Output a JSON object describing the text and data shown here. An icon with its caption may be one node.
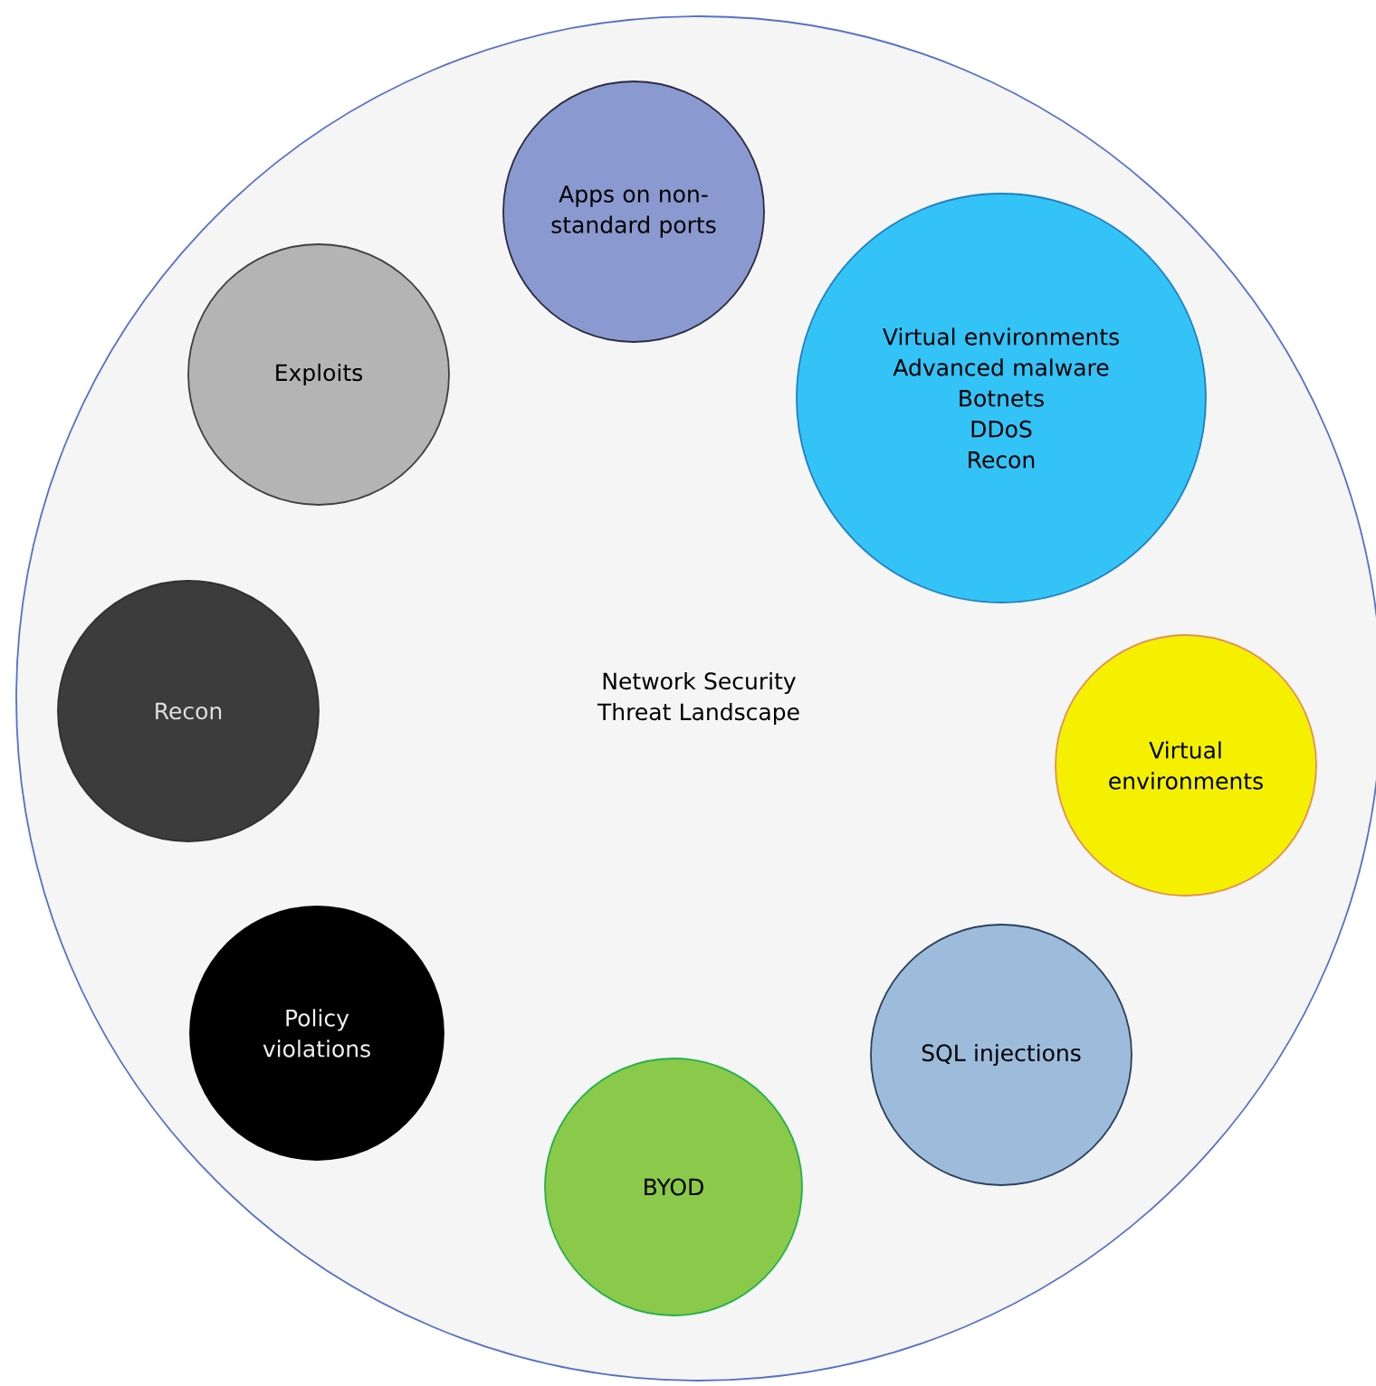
{
  "diagram": {
    "nodes": [
      {
        "text": [
          "Network Security Threat Landscape"
        ]
      },
      {
        "text": [
          "Apps on non-standard ports"
        ],
        "in": 0
      },
      {
        "text": [
          "Exploits"
        ],
        "in": 0
      },
      {
        "text": [
          "Virtual environments",
          "Advanced malware",
          "Botnets",
          "DDoS",
          "Recon"
        ],
        "in": 0
      },
      {
        "text": [
          "Recon"
        ],
        "in": 0
      },
      {
        "text": [
          "Virtual environments"
        ],
        "in": 0
      },
      {
        "text": [
          "Policy violations"
        ],
        "in": 0
      },
      {
        "text": [
          "SQL injections"
        ],
        "in": 0
      },
      {
        "text": [
          "BYOD"
        ],
        "in": 0
      }
    ]
  }
}
